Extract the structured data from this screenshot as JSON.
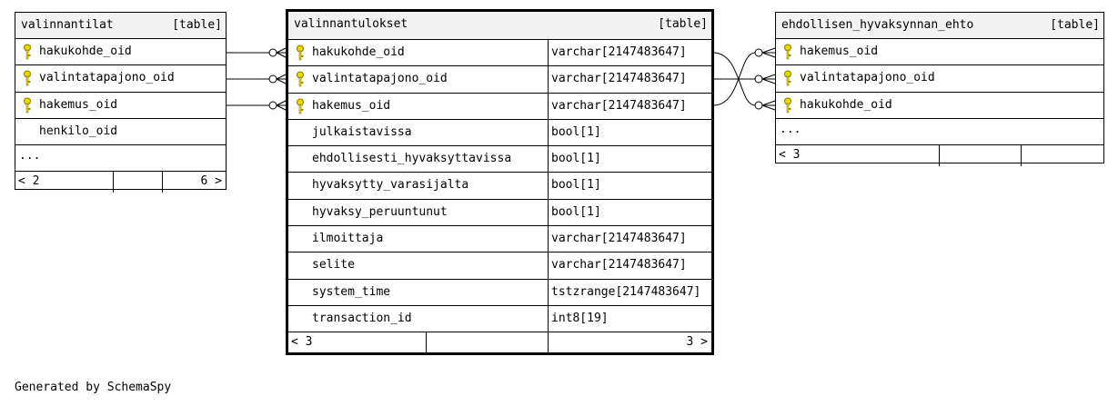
{
  "tables": {
    "valinnantilat": {
      "name": "valinnantilat",
      "kind": "[table]",
      "columns": [
        {
          "name": "hakukohde_oid",
          "key": true
        },
        {
          "name": "valintatapajono_oid",
          "key": true
        },
        {
          "name": "hakemus_oid",
          "key": true
        },
        {
          "name": "henkilo_oid",
          "key": false
        }
      ],
      "ellipsis": "...",
      "footer_left": "< 2",
      "footer_right": "6 >"
    },
    "valinnantulokset": {
      "name": "valinnantulokset",
      "kind": "[table]",
      "columns": [
        {
          "name": "hakukohde_oid",
          "type": "varchar[2147483647]",
          "key": true
        },
        {
          "name": "valintatapajono_oid",
          "type": "varchar[2147483647]",
          "key": true
        },
        {
          "name": "hakemus_oid",
          "type": "varchar[2147483647]",
          "key": true
        },
        {
          "name": "julkaistavissa",
          "type": "bool[1]",
          "key": false
        },
        {
          "name": "ehdollisesti_hyvaksyttavissa",
          "type": "bool[1]",
          "key": false
        },
        {
          "name": "hyvaksytty_varasijalta",
          "type": "bool[1]",
          "key": false
        },
        {
          "name": "hyvaksy_peruuntunut",
          "type": "bool[1]",
          "key": false
        },
        {
          "name": "ilmoittaja",
          "type": "varchar[2147483647]",
          "key": false
        },
        {
          "name": "selite",
          "type": "varchar[2147483647]",
          "key": false
        },
        {
          "name": "system_time",
          "type": "tstzrange[2147483647]",
          "key": false
        },
        {
          "name": "transaction_id",
          "type": "int8[19]",
          "key": false
        }
      ],
      "footer_left": "< 3",
      "footer_right": "3 >"
    },
    "ehdollisen_hyvaksynnan_ehto": {
      "name": "ehdollisen_hyvaksynnan_ehto",
      "kind": "[table]",
      "columns": [
        {
          "name": "hakemus_oid",
          "key": true
        },
        {
          "name": "valintatapajono_oid",
          "key": true
        },
        {
          "name": "hakukohde_oid",
          "key": true
        }
      ],
      "ellipsis": "...",
      "footer_left": "< 3"
    }
  },
  "colors": {
    "key": "#e8d800",
    "header_bg": "#f2f2f2",
    "line": "#000000"
  },
  "footer_note": "Generated by SchemaSpy"
}
